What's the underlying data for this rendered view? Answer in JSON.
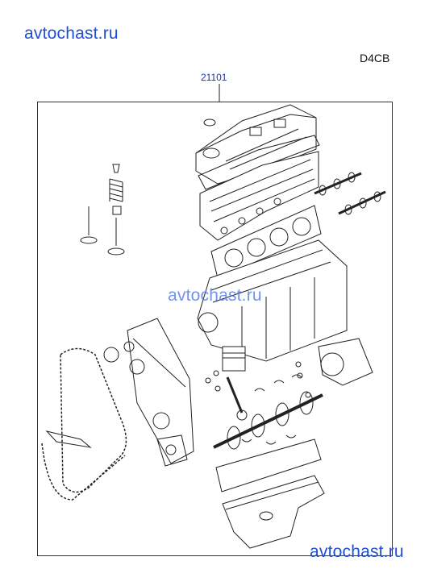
{
  "watermarks": {
    "top": "avtochast.ru",
    "middle": "avtochast.ru",
    "bottom": "avtochast.ru"
  },
  "diagram": {
    "engine_code": "D4CB",
    "part_number": "21101"
  },
  "colors": {
    "watermark": "#1f4fd6",
    "part_number": "#1a2fb0",
    "line_art": "#222222"
  }
}
